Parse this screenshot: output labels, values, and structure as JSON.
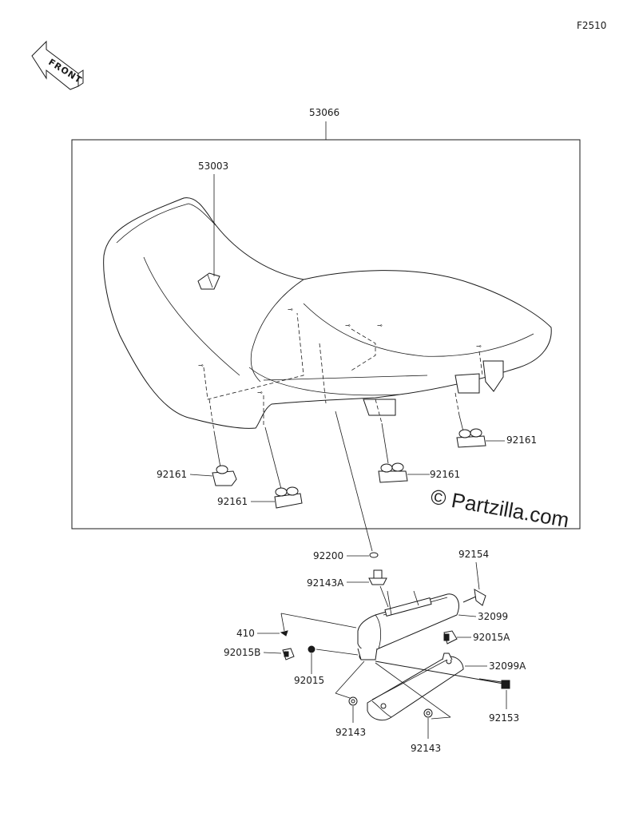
{
  "figure_code": "F2510",
  "front_label": "FRONT",
  "watermark": "© Partzilla.com",
  "callouts": {
    "assembly": "53066",
    "cover": "53003",
    "damper_left": "92161",
    "damper_front": "92161",
    "damper_mid": "92161",
    "damper_right": "92161",
    "washer_top": "92200",
    "collar": "92143A",
    "wing_bolt": "92154",
    "tool_case": "32099",
    "reflector": "410",
    "clip_right": "92015A",
    "clip_left": "92015B",
    "tool_case_lid": "32099A",
    "nut": "92015",
    "bolt": "92153",
    "collar_left": "92143",
    "collar_right": "92143"
  }
}
